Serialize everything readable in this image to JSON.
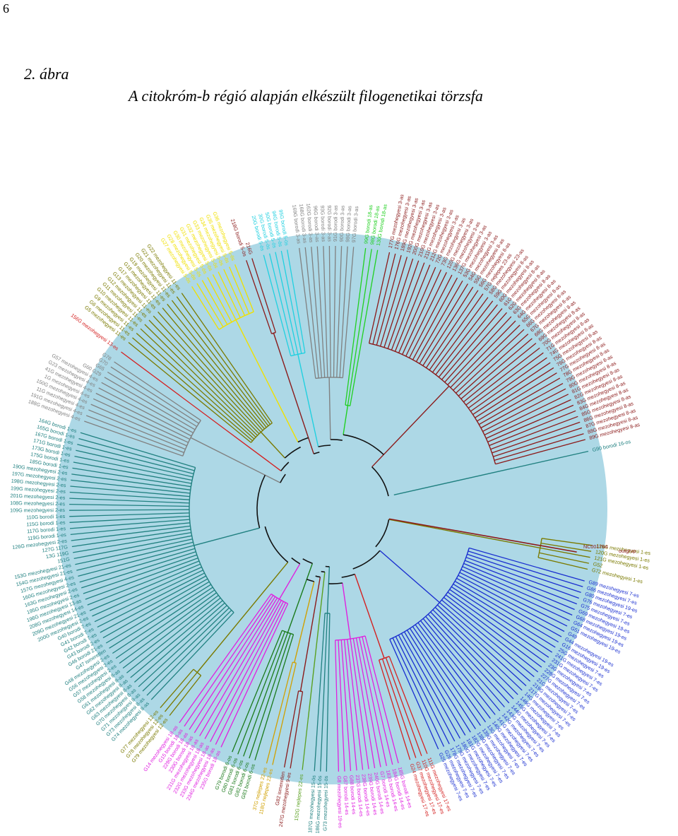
{
  "page_number": "6",
  "figure_label": "2. ábra",
  "figure_caption": "A citokróm-b régió alapján elkészült filogenetikai törzsfa",
  "outgroup_label": "outgrup",
  "outgroup_accession": "NC001784",
  "clades": [
    {
      "color": "#7a7a00",
      "tips": [
        "116G mezohegyesi 1-es",
        "120G mezohegyesi 1-es",
        "121G mezohegyesi 1-es",
        "G52",
        "G72 mezohegyesi 1-es"
      ]
    },
    {
      "color": "#1a2fd0",
      "tips": [
        "G89 mezohegyesi 7-es",
        "G86 mezohegyesi 7-es",
        "G80 mezohegyesi 19-es",
        "G76 mezohegyesi 7-es",
        "G75 mezohegyesi 7-es",
        "G69 mezohegyesi 19-es",
        "G68 mezohegyesi 19-es",
        "G64 mezohegyesi 19-es",
        "G51 mezohegyesi 19-es",
        "G49",
        "G44 mezohegyesi 19-es",
        "G16 mezohegyesi 19-es",
        "25G mezohegyesi 7-es",
        "241G mezohegyesi 7-es",
        "231G mezohegyesi 7-es",
        "23G mezohegyesi 7-es",
        "228G mezohegyesi 7-es",
        "227G mezohegyesi 7-es",
        "21G mezohegyesi 7-es",
        "219G mezohegyesi 7-es",
        "217G mezohegyesi 7-es",
        "14G mezohegyesi 7-es",
        "146G mezohegyesi 7-es",
        "145G mezohegyesi 7-es",
        "144G mezohegyesi 7-es",
        "143G mezohegyesi 7-es",
        "142G mezohegyesi 7-es",
        "141G mezohegyesi 7-es",
        "140G mezohegyesi 7-es",
        "13G mezohegyesi 7-es",
        "139G mezohegyesi 7-es",
        "138G mezohegyesi 7-es",
        "182G mezohegyesi 7-es",
        "181G mezohegyesi 7-es",
        "180G mezohegyesi 7-es",
        "179G mezohegyesi 7-es",
        "178G mezohegyesi 7-es",
        "G26 mezohegyesi 7-es",
        "G25 mezohegyesi 7-es"
      ]
    },
    {
      "color": "#d42020",
      "tips": [
        "111G mezohegyesi 17-es",
        "110G mezohegyesi 17-es",
        "G37 mezohegyesi 17-es",
        "G24 mezohegyesi 17-es"
      ]
    },
    {
      "color": "#e020e0",
      "tips": [
        "185G borodi 14-es",
        "184G borodi 14-es",
        "183G borodi 14-es",
        "G7 borodi 14-es",
        "240G borodi 14-es",
        "239G borodi 14-es",
        "238G borodi 14-es",
        "237G borodi 14-es",
        "G88 borodi 14-es",
        "G87 borodi 14-es",
        "G8 mezohegyesi 19-es"
      ]
    },
    {
      "color": "#208080",
      "tips": [
        "G73 mezohegyesi 15-ös",
        "186G mezohegyesi 15-ös",
        "187G mezohegyesi 15-ös"
      ]
    },
    {
      "color": "#5aa020",
      "tips": [
        "152G nejlepes 22-es"
      ]
    },
    {
      "color": "#8b1a1a",
      "tips": [
        "247G mezohegyesi 9-es",
        "G82 ismeretlen"
      ]
    },
    {
      "color": "#d0a000",
      "tips": [
        "118G nejlepes 22-es",
        "37G nejlepes 22-es"
      ]
    },
    {
      "color": "#1a7a1a",
      "tips": [
        "G83 borodi 6-os",
        "G82 borodi 6-os",
        "G81 borodi 6-os",
        "G80 borodi 6-os",
        "G79 borodi 6-os"
      ]
    },
    {
      "color": "#e020e0",
      "tips": [
        "235G borodi 18-as",
        "234G mezohegyesi 18-as",
        "233G mezohegyesi 18-as",
        "232G mezohegyesi 18-as",
        "231G mezohegyesi 18-as",
        "230G borodi 18-as",
        "229G borodi 18-as",
        "G15 borodi 18-as",
        "G14 mezohegyesi 18-as"
      ]
    },
    {
      "color": "#7a7a00",
      "tips": [
        "G79 mezohegyesi 12-es",
        "G78 mezohegyesi 12-es",
        "G77 mezohegyesi 12-es"
      ]
    },
    {
      "color": "#208080",
      "tips": [
        "G74 mezohegyesi 8-as",
        "G73 mezohegyesi 8-as",
        "G71 mezohegyesi 8-as",
        "G70 mezohegyesi 8-as",
        "G63 mezohegyesi 8-as",
        "G62 mezohegyesi 8-as",
        "G61 mezohegyesi 8-as",
        "G58 mezohegyesi 8-as",
        "G57 mezohegyesi 2-es",
        "G56 mezohegyesi 2-es",
        "G48 mezohegyesi 2-es",
        "G47 ismeretlen",
        "G46 borodi 21-es",
        "G43 borodi 2-es",
        "G42 borodi 7-es",
        "G41 borodi 7-es",
        "G40 borodi 7-es",
        "200G mezohegyesi 2-es",
        "209G mezohegyesi 21-es",
        "208G mezohegyesi 14-es",
        "196G mezohegyesi 13-as",
        "195G mezohegyesi 2-es",
        "163G mezohegyesi 2-es",
        "160G mezohegyesi 2-es",
        "157G mezohegyesi 4-es",
        "154G mezohegyesi 21-es",
        "153G mezohegyesi 21-es",
        "151G",
        "13G 119G",
        "127G 117G",
        "126G mezohegyesi 2-es",
        "119G borodi 1-es",
        "117G borodi 1-es",
        "115G borodi 1-es",
        "110G borodi 1-es",
        "109G mezohegyesi 2-es",
        "108G mezohegyesi 2-es",
        "201G mezohegyesi 2-es",
        "199G mezohegyesi 2-es",
        "198G mezohegyesi 2-es",
        "197G mezohegyesi 2-es",
        "190G mezohegyesi 2-es",
        "185G borodi 1-es",
        "175G borodi 1-es",
        "173G borodi 1-es",
        "171G borodi 1-es",
        "167G borodi 1-es",
        "165G borodi 1-es",
        "164G borodi 1-es"
      ]
    },
    {
      "color": "#808080",
      "tips": [
        "188G mezohegyesi 4-es",
        "191G mezohegyesi 4-es",
        "11G mezohegyesi 4-es",
        "150G mezohegyesi 4-es",
        "1G mezohegyesi 4-es",
        "41G mezohegyesi 4-es",
        "G23 mezohegyesi 4-es",
        "G57 mezohegyesi 4-es",
        "G60 G29",
        "G65",
        "G70",
        "G78"
      ]
    },
    {
      "color": "#d42020",
      "tips": [
        "156G mezohegyesi 13-es"
      ]
    },
    {
      "color": "#7a7a00",
      "tips": [
        "G5 mezohegyesi 11-es",
        "G6 mezohegyesi 11-es",
        "G9 mezohegyesi 11-es",
        "G10 mezohegyesi 11-es",
        "G11 mezohegyesi 11-es",
        "G12 mezohegyesi 11-es",
        "G13 mezohegyesi 11-es",
        "G17 mezohegyesi 11-es",
        "G18 mezohegyesi 11-es",
        "G19 mezohegyesi 11-es",
        "G20 mezohegyesi 11-es",
        "G21 mezohegyesi 11-es",
        "G22 mezohegyesi 11-es"
      ]
    },
    {
      "color": "#f0e000",
      "tips": [
        "G27 mezohegyesi 5-ös",
        "G28 mezohegyesi 5-ös",
        "G30 mezohegyesi 5-ös",
        "G31 mezohegyesi 5-ös",
        "G32 mezohegyesi 5-ös",
        "G33 mezohegyesi 5-ös",
        "G34 mezohegyesi 5-ös",
        "G35 mezohegyesi 5-ös",
        "G36 mezohegyesi 5-ös"
      ]
    },
    {
      "color": "#8b1a1a",
      "tips": [
        "218G borodi 5-ös",
        "216G"
      ]
    },
    {
      "color": "#20d0e0",
      "tips": [
        "20G borodi 5-ös",
        "30G borodi 5-ös",
        "50G borodi 5-ös",
        "94G borodi 5-ös",
        "95G borodi 5-ös"
      ]
    },
    {
      "color": "#808080",
      "tips": [
        "169G borodi 3-as",
        "168G borodi 3-as",
        "162G borodi 3-as",
        "96G borodi 3-as",
        "93G borodi 3-as",
        "92G borodi 3-as",
        "91G borodi 3-as",
        "90G borodi 3-as",
        "98G borodi 3-as",
        "97G borodi 3-as"
      ]
    },
    {
      "color": "#20d020",
      "tips": [
        "99G borodi 18-as",
        "98G borodi 18-as",
        "130G borodi 18-as"
      ]
    },
    {
      "color": "#8b1a1a",
      "tips": [
        "177G mezohegyesi 3-as",
        "176G mezohegyesi 3-as",
        "189G mezohegyesi 3-as",
        "192G mezohegyesi 3-as",
        "200G mezohegyesi 3-as",
        "210G mezohegyesi 3-as",
        "211G mezohegyesi 3-as",
        "212G mezohegyesi 3-as",
        "72G mezohegyesi 3-as",
        "73G mezohegyesi 3-as",
        "120G mezohegyesi 3-as",
        "136G mezohegyesi 3-as",
        "137G mezohegyesi 3-as",
        "53G mezohegyesi 3-as",
        "54G mezohegyesi 3-as",
        "55G mezohegyesi 8-as",
        "56G mezohegyesi 8-as",
        "57G nejlepes 23-as",
        "58G mezohegyesi 23-as",
        "59G mezohegyesi 8-as",
        "60G mezohegyesi 8-as",
        "61G mezohegyesi 8-as",
        "62G mezohegyesi 8-as",
        "63G mezohegyesi 8-as",
        "64G mezohegyesi 8-as",
        "65G mezohegyesi 8-as",
        "66G mezohegyesi 8-as",
        "67G mezohegyesi 8-as",
        "68G mezohegyesi 8-as",
        "69G mezohegyesi 8-as",
        "70G mezohegyesi 8-as",
        "71G mezohegyesi 8-as",
        "74G mezohegyesi 8-as",
        "75G mezohegyesi 8-as",
        "76G mezohegyesi 8-as",
        "77G mezohegyesi 8-as",
        "78G mezohegyesi 8-as",
        "79G mezohegyesi 8-as",
        "80G mezohegyesi 8-as",
        "81G mezohegyesi 8-as",
        "82G mezohegyesi 8-as",
        "83G mezohegyesi 8-as",
        "84G mezohegyesi 8-as",
        "85G mezohegyesi 8-as",
        "86G mezohegyesi 8-as",
        "87G mezohegyesi 8-as",
        "88G mezohegyesi 8-as",
        "89G mezohegyesi 8-as"
      ]
    },
    {
      "color": "#208080",
      "tips": [
        "G90 borodi 16-os"
      ]
    }
  ]
}
